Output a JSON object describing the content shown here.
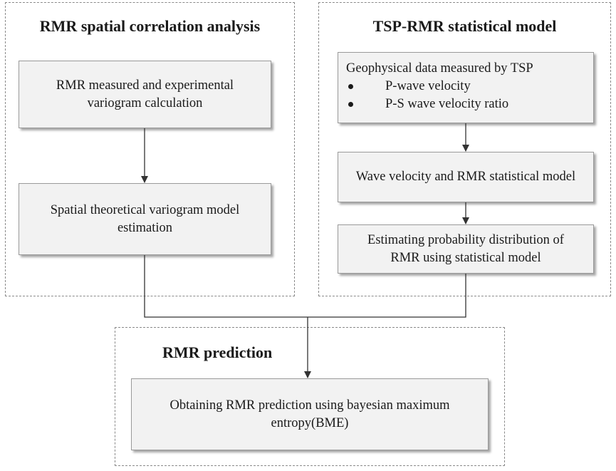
{
  "groups": {
    "spatial": {
      "title": "RMR spatial correlation analysis",
      "box1": "RMR measured and experimental variogram calculation",
      "box2": "Spatial theoretical variogram model estimation"
    },
    "tsp": {
      "title": "TSP-RMR statistical model",
      "box1": {
        "heading": "Geophysical data measured by TSP",
        "items": [
          "P-wave velocity",
          "P-S wave velocity ratio"
        ]
      },
      "box2": "Wave velocity and RMR statistical model",
      "box3": "Estimating probability distribution of RMR using statistical model"
    },
    "prediction": {
      "title": "RMR prediction",
      "box1": "Obtaining RMR prediction  using bayesian maximum entropy(BME)"
    }
  },
  "colors": {
    "box_fill": "#f2f2f2",
    "dashed_border": "#8a8a8a",
    "line": "#333333"
  }
}
